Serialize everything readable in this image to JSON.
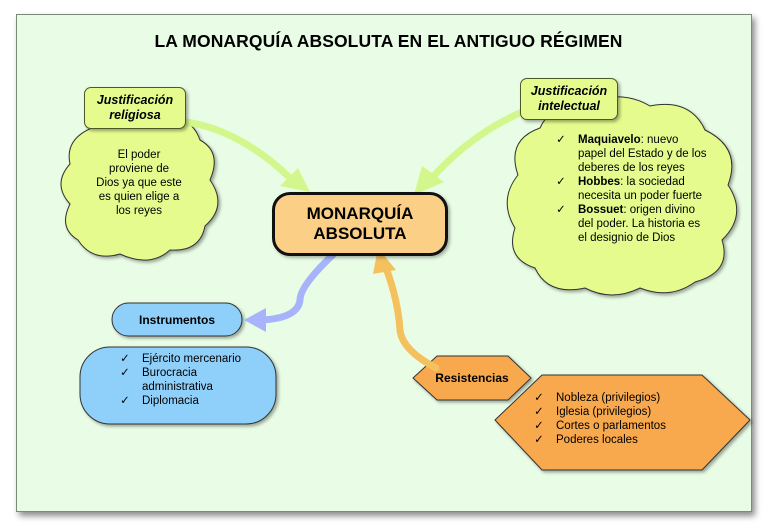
{
  "title": "LA MONARQUÍA ABSOLUTA EN EL ANTIGUO RÉGIMEN",
  "center": {
    "line1": "MONARQUÍA",
    "line2": "ABSOLUTA"
  },
  "religious": {
    "tag_line1": "Justificación",
    "tag_line2": "religiosa",
    "text_lines": [
      "El poder",
      "proviene de",
      "Dios ya que este",
      "es quien elige a",
      "los reyes"
    ]
  },
  "intellectual": {
    "tag_line1": "Justificación",
    "tag_line2": "intelectual",
    "items": [
      {
        "name": "Maquiavelo",
        "text": ": nuevo",
        "cont": [
          "papel del Estado y de los",
          "deberes de los reyes"
        ]
      },
      {
        "name": "Hobbes",
        "text": ": la sociedad",
        "cont": [
          "necesita un poder fuerte"
        ]
      },
      {
        "name": "Bossuet",
        "text": ": origen divino",
        "cont": [
          "del poder. La historia es",
          "el designio de Dios"
        ]
      }
    ]
  },
  "instruments": {
    "label": "Instrumentos",
    "items": [
      [
        "Ejército mercenario"
      ],
      [
        "Burocracia",
        "administrativa"
      ],
      [
        "Diplomacia"
      ]
    ]
  },
  "resistances": {
    "label": "Resistencias",
    "items": [
      "Nobleza (privilegios)",
      "Iglesia (privilegios)",
      "Cortes o parlamentos",
      "Poderes locales"
    ]
  },
  "check_glyph": "✓",
  "colors": {
    "background": "#e9fde6",
    "cloud": "#e6fb8e",
    "center": "#fbcf85",
    "instruments": "#8fd0fb",
    "resistances": "#f8a84d",
    "arrow_green": "#d3f78c",
    "arrow_blue": "#a7b4fb",
    "arrow_orange": "#f5c15e"
  },
  "icons": {
    "arrow_to_center_left": "arrow-icon",
    "arrow_to_center_right": "arrow-icon"
  }
}
